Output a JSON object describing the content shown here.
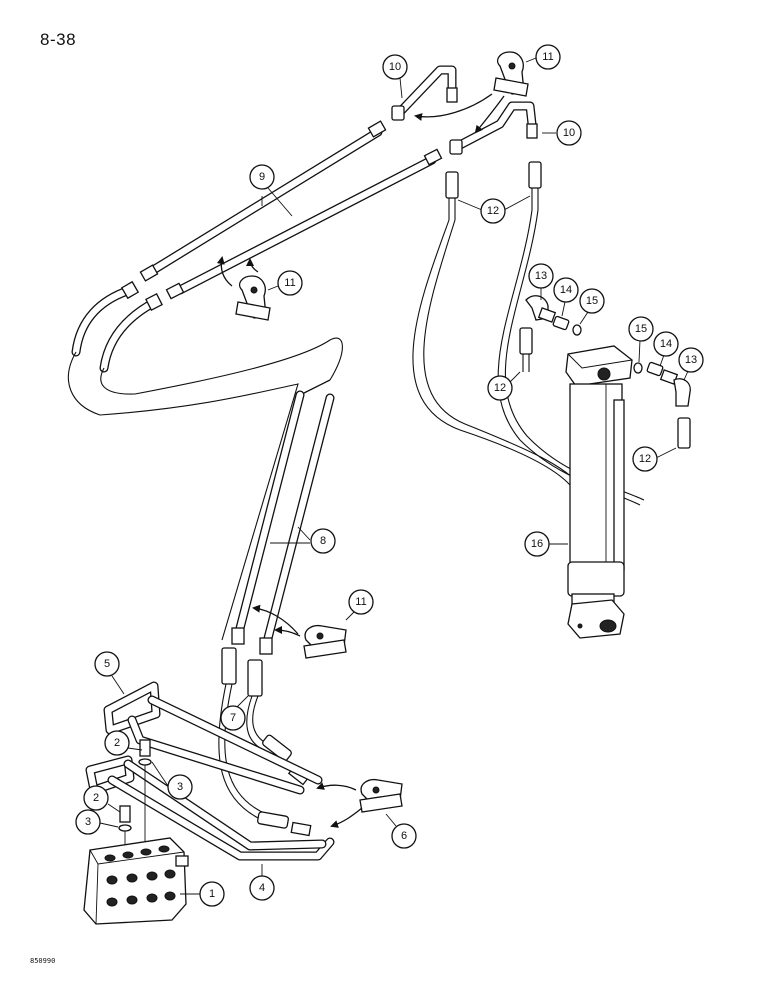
{
  "page_number": "8-38",
  "doc_code": "850990",
  "callouts": [
    {
      "label": "1"
    },
    {
      "label": "2"
    },
    {
      "label": "2"
    },
    {
      "label": "3"
    },
    {
      "label": "3"
    },
    {
      "label": "4"
    },
    {
      "label": "5"
    },
    {
      "label": "6"
    },
    {
      "label": "7"
    },
    {
      "label": "8"
    },
    {
      "label": "9"
    },
    {
      "label": "10"
    },
    {
      "label": "10"
    },
    {
      "label": "11"
    },
    {
      "label": "11"
    },
    {
      "label": "11"
    },
    {
      "label": "12"
    },
    {
      "label": "12"
    },
    {
      "label": "12"
    },
    {
      "label": "13"
    },
    {
      "label": "13"
    },
    {
      "label": "14"
    },
    {
      "label": "14"
    },
    {
      "label": "15"
    },
    {
      "label": "15"
    },
    {
      "label": "16"
    }
  ]
}
